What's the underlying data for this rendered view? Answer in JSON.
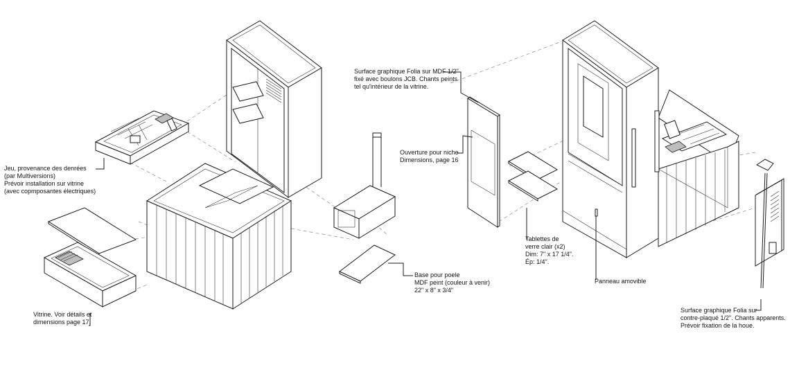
{
  "annotations": {
    "jeu": [
      "Jeu, provenance des denrées",
      "(par Multiversions)",
      "Prévoir installation sur vitrine",
      "(avec copmposantes électriques)"
    ],
    "vitrine": [
      "Vitrine. Voir détails et",
      "dimensions page 17."
    ],
    "base_poele": [
      "Base pour poele",
      "MDF peint (couleur à venir)",
      "22\" x 8\" x 3/4\""
    ],
    "surface_mdf": [
      "Surface graphique Folia sur MDF 1/2\"",
      "fixé avec boulons JCB. Chants peints",
      "tel qu'intérieur de la vitrine."
    ],
    "ouverture": [
      "Ouverture pour niche",
      "Dimensions, page 16"
    ],
    "tablettes": [
      "Tablettes de",
      "verre clair (x2)",
      "Dim: 7\" x 17 1/4\".",
      "Ép: 1/4\"."
    ],
    "panneau": [
      "Panneau amovible"
    ],
    "surface_contreplaque": [
      "Surface graphique Folia sur",
      "contre-plaqué 1/2\". Chants apparents.",
      "Prévoir fixation de la houe."
    ]
  }
}
